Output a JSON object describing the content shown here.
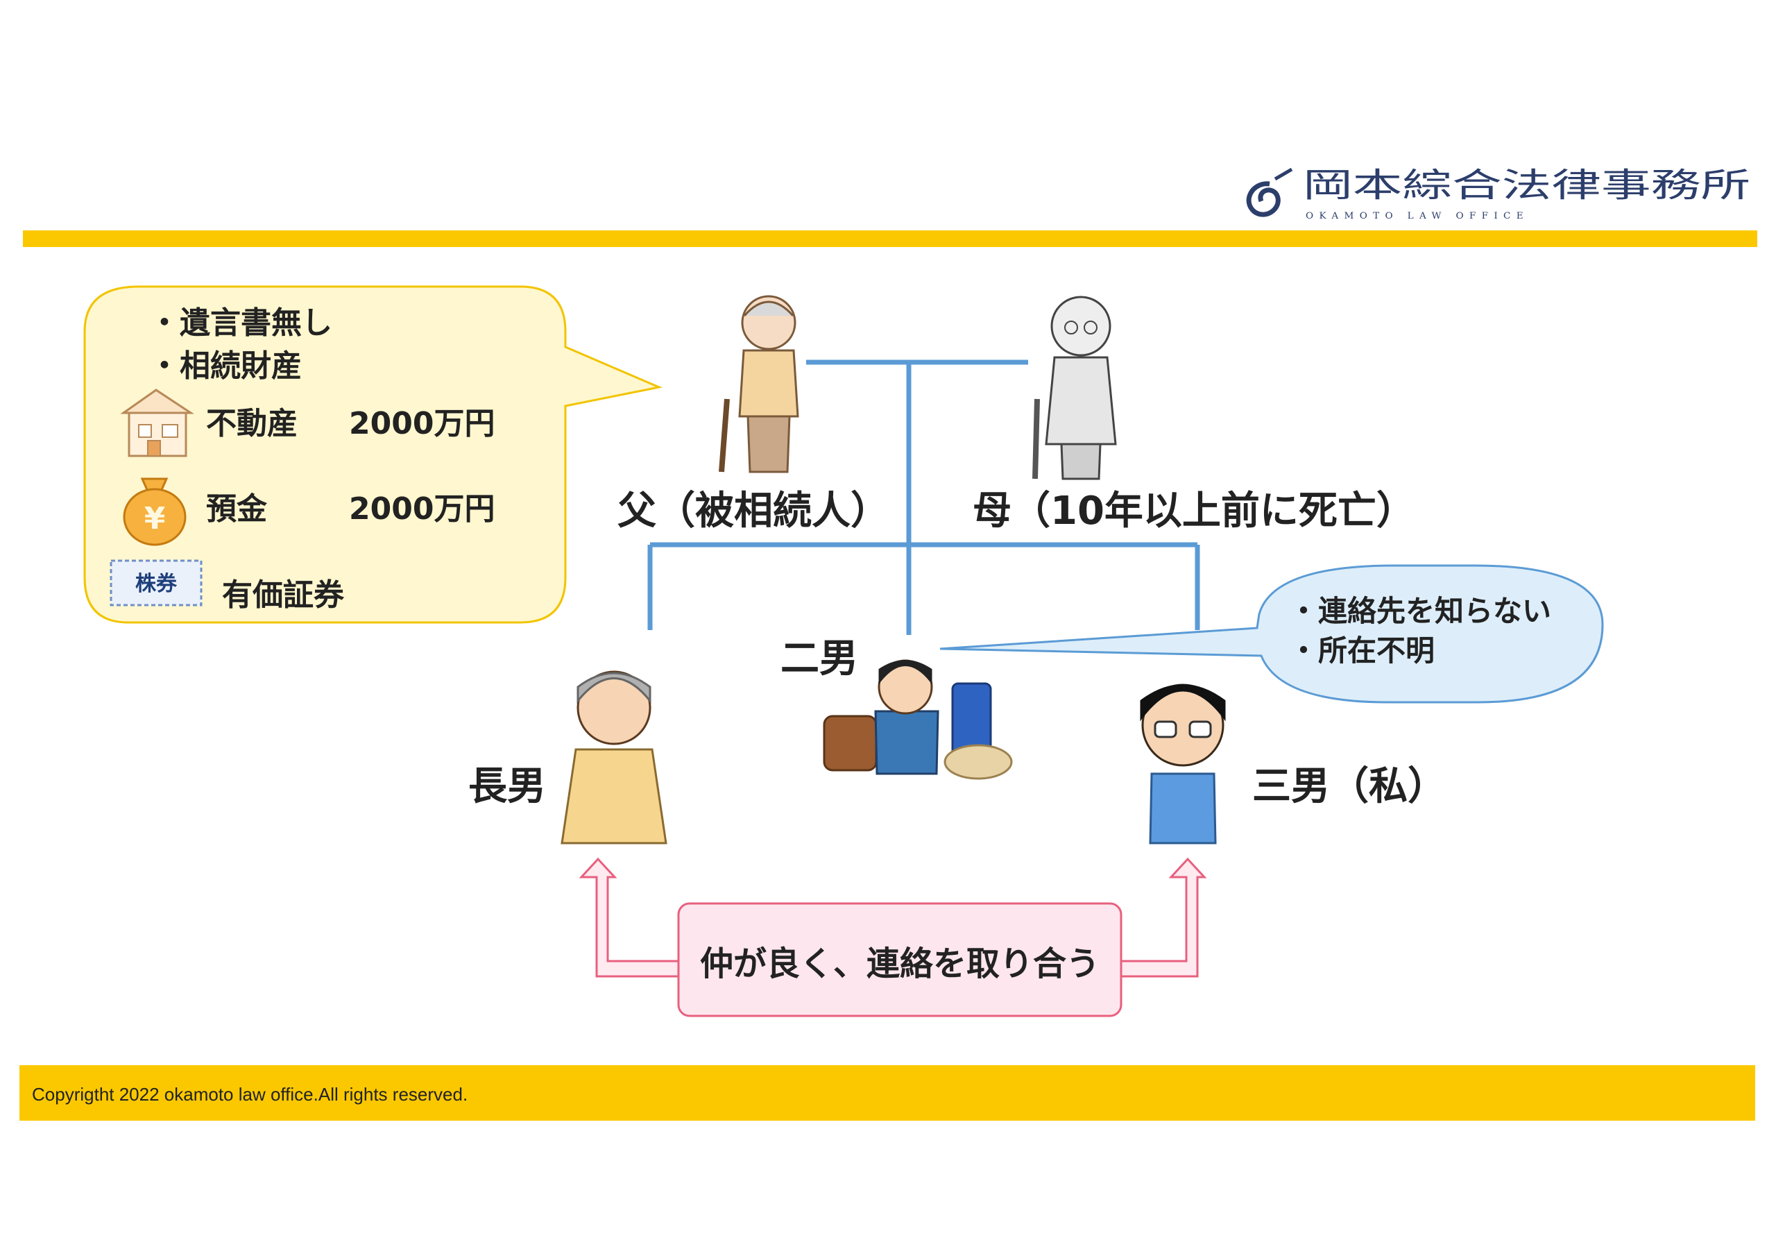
{
  "logo": {
    "name_jp": "岡本綜合法律事務所",
    "name_en": "OKAMOTO LAW OFFICE"
  },
  "speech_left": {
    "bullet1": "・遺言書無し",
    "bullet2": "・相続財産",
    "assets": [
      {
        "name": "不動産",
        "value": "2000万円",
        "icon": "house-icon"
      },
      {
        "name": "預金",
        "value": "2000万円",
        "icon": "money-bag-icon"
      },
      {
        "name": "有価証券",
        "value": "",
        "icon": "stock-certificate-icon"
      }
    ],
    "stock_badge": "株券",
    "yen_symbol": "¥"
  },
  "people": {
    "father": "父（被相続人）",
    "mother": "母（10年以上前に死亡）",
    "eldest": "長男",
    "second": "二男",
    "third": "三男（私）"
  },
  "speech_right": {
    "line1": "・連絡先を知らない",
    "line2": "・所在不明"
  },
  "relation_box": "仲が良く、連絡を取り合う",
  "footer": {
    "copyright": "Copyrigtht 2022 okamoto law office.All rights reserved."
  },
  "colors": {
    "accent_yellow": "#fbc800",
    "tree_blue": "#5b9bd5",
    "speech_left_fill": "#fff7cf",
    "speech_left_stroke": "#f2c400",
    "speech_right_fill": "#ddeefa",
    "speech_right_stroke": "#5b9bd5",
    "relation_fill": "#fde6ee",
    "relation_stroke": "#e8607e"
  }
}
